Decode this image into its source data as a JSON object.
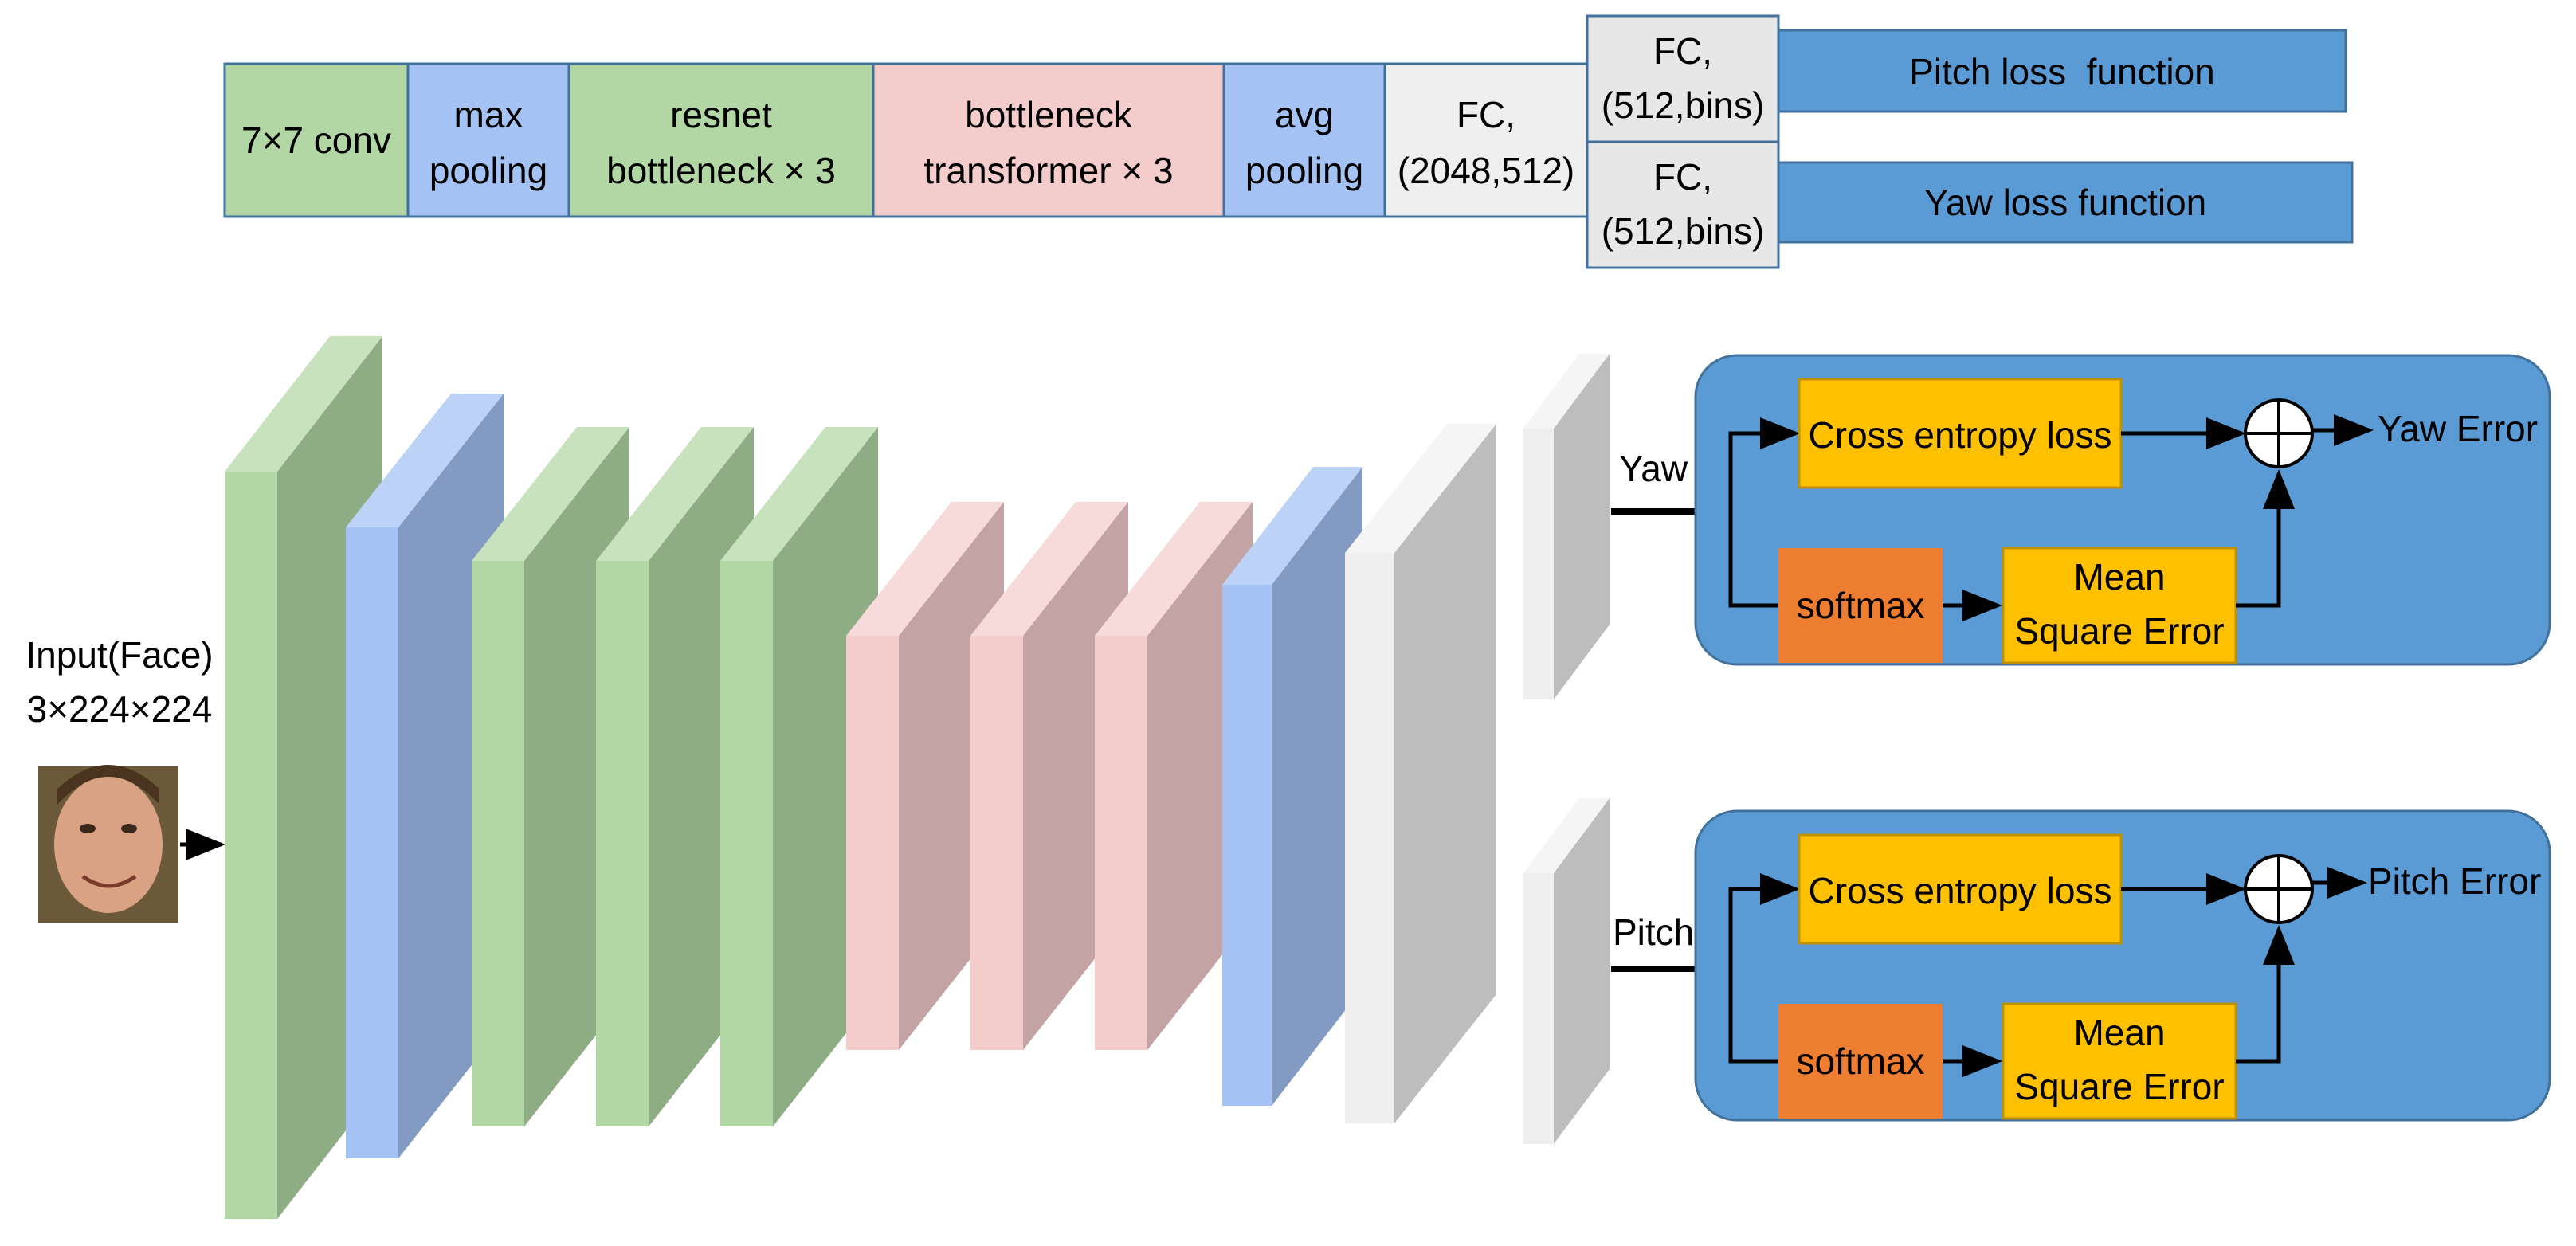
{
  "palette": {
    "green": "#b3d7a4",
    "blue": "#a4c2f4",
    "pink": "#f4cccc",
    "light_gray": "#efefef",
    "fc_gray": "#e7e7e7",
    "loss_blue": "#5b9bd5",
    "gold": "#ffc000",
    "orange": "#ed7d31",
    "stroke": "#41719c"
  },
  "legend": {
    "blocks": [
      {
        "line1": "7×7 conv",
        "line2": ""
      },
      {
        "line1": "max",
        "line2": "pooling"
      },
      {
        "line1": "resnet",
        "line2": "bottleneck × 3"
      },
      {
        "line1": "bottleneck",
        "line2": "transformer × 3"
      },
      {
        "line1": "avg",
        "line2": "pooling"
      },
      {
        "line1": "FC,",
        "line2": "(2048,512)"
      }
    ],
    "fc_top": {
      "line1": "FC,",
      "line2": "(512,bins)"
    },
    "fc_bottom": {
      "line1": "FC,",
      "line2": "(512,bins)"
    },
    "pitch_loss": "Pitch loss  function",
    "yaw_loss": "Yaw loss function"
  },
  "input": {
    "label1": "Input(Face)",
    "label2": "3×224×224",
    "face_icon": "face-photo"
  },
  "heads": [
    {
      "name": "Yaw",
      "cross_entropy": "Cross entropy loss",
      "softmax": "softmax",
      "mse1": "Mean",
      "mse2": "Square Error",
      "error": "Yaw Error"
    },
    {
      "name": "Pitch",
      "cross_entropy": "Cross entropy loss",
      "softmax": "softmax",
      "mse1": "Mean",
      "mse2": "Square Error",
      "error": "Pitch Error"
    }
  ]
}
